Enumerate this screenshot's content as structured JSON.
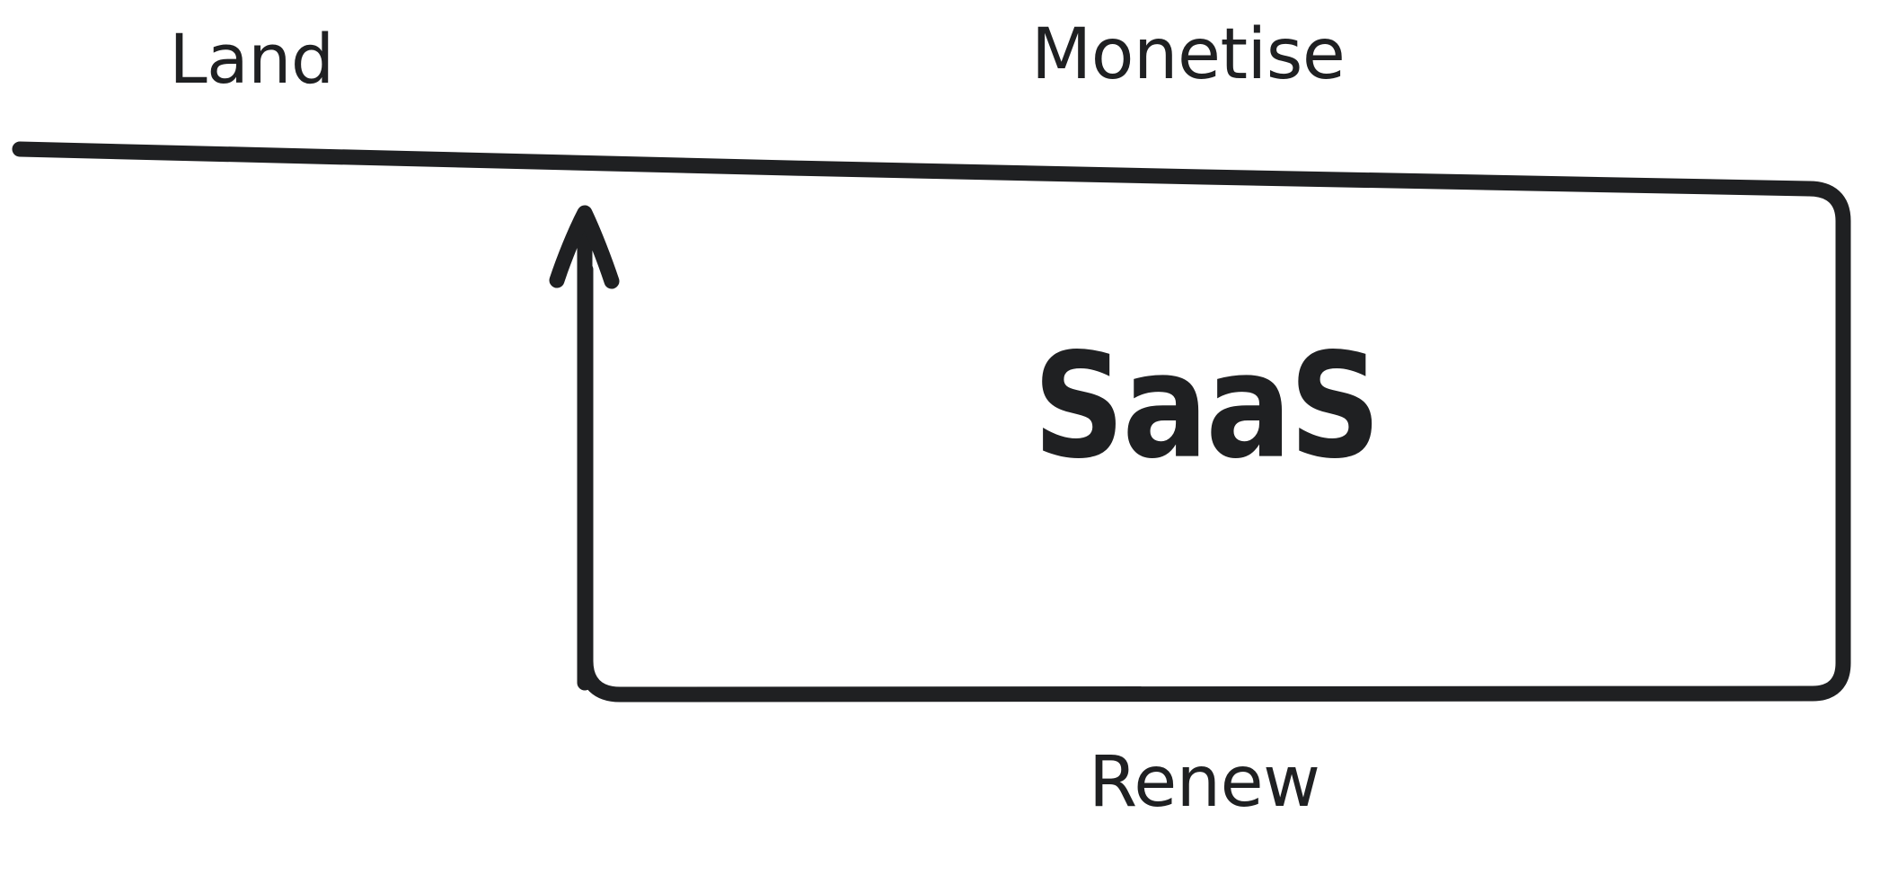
{
  "diagram": {
    "type": "cycle-flow",
    "title": "SaaS Land Monetise Renew loop",
    "background_color": "#ffffff",
    "stroke_color": "#1f2022",
    "stroke_width": 16,
    "labels": {
      "land": "Land",
      "monetise": "Monetise",
      "renew": "Renew",
      "center": "SaaS"
    },
    "nodes": [
      {
        "name": "land-label",
        "text": "Land",
        "role": "stage-label",
        "position": "top-left"
      },
      {
        "name": "monetise-label",
        "text": "Monetise",
        "role": "stage-label",
        "position": "top-right"
      },
      {
        "name": "saas-label",
        "text": "SaaS",
        "role": "center-label",
        "position": "center-right"
      },
      {
        "name": "renew-label",
        "text": "Renew",
        "role": "stage-label",
        "position": "bottom-center"
      }
    ],
    "edges": [
      {
        "name": "land-to-monetise-line",
        "from": "Land",
        "to": "Monetise",
        "style": "hand-drawn-line",
        "direction": "horizontal"
      },
      {
        "name": "renew-loop-arrow",
        "from": "Renew",
        "to": "Land",
        "style": "hand-drawn-rounded-rect-loop",
        "arrowhead": "up"
      }
    ],
    "icons": {
      "arrow_up": "arrow-up-icon"
    }
  }
}
